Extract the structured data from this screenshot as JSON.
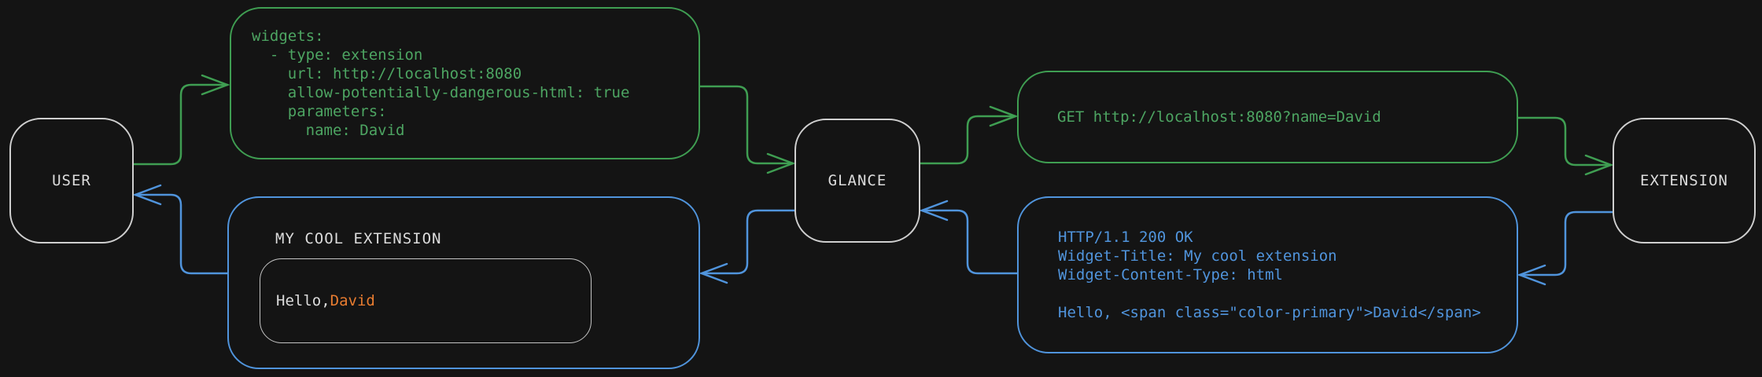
{
  "colors": {
    "background": "#141414",
    "green": "#3f9e52",
    "blue": "#5094dc",
    "orange": "#e87c30",
    "node_border": "#cfcfcf",
    "text_light": "#dcdcdc"
  },
  "nodes": {
    "user": {
      "label": "USER"
    },
    "glance": {
      "label": "GLANCE"
    },
    "extension": {
      "label": "EXTENSION"
    }
  },
  "config_box": {
    "code": "widgets:\n  - type: extension\n    url: http://localhost:8080\n    allow-potentially-dangerous-html: true\n    parameters:\n      name: David"
  },
  "request_box": {
    "code": "GET http://localhost:8080?name=David"
  },
  "response_box": {
    "code": "HTTP/1.1 200 OK\nWidget-Title: My cool extension\nWidget-Content-Type: html\n\nHello, <span class=\"color-primary\">David</span>"
  },
  "widget_preview": {
    "title": "MY COOL EXTENSION",
    "greeting_prefix": "Hello, ",
    "greeting_name": "David"
  }
}
